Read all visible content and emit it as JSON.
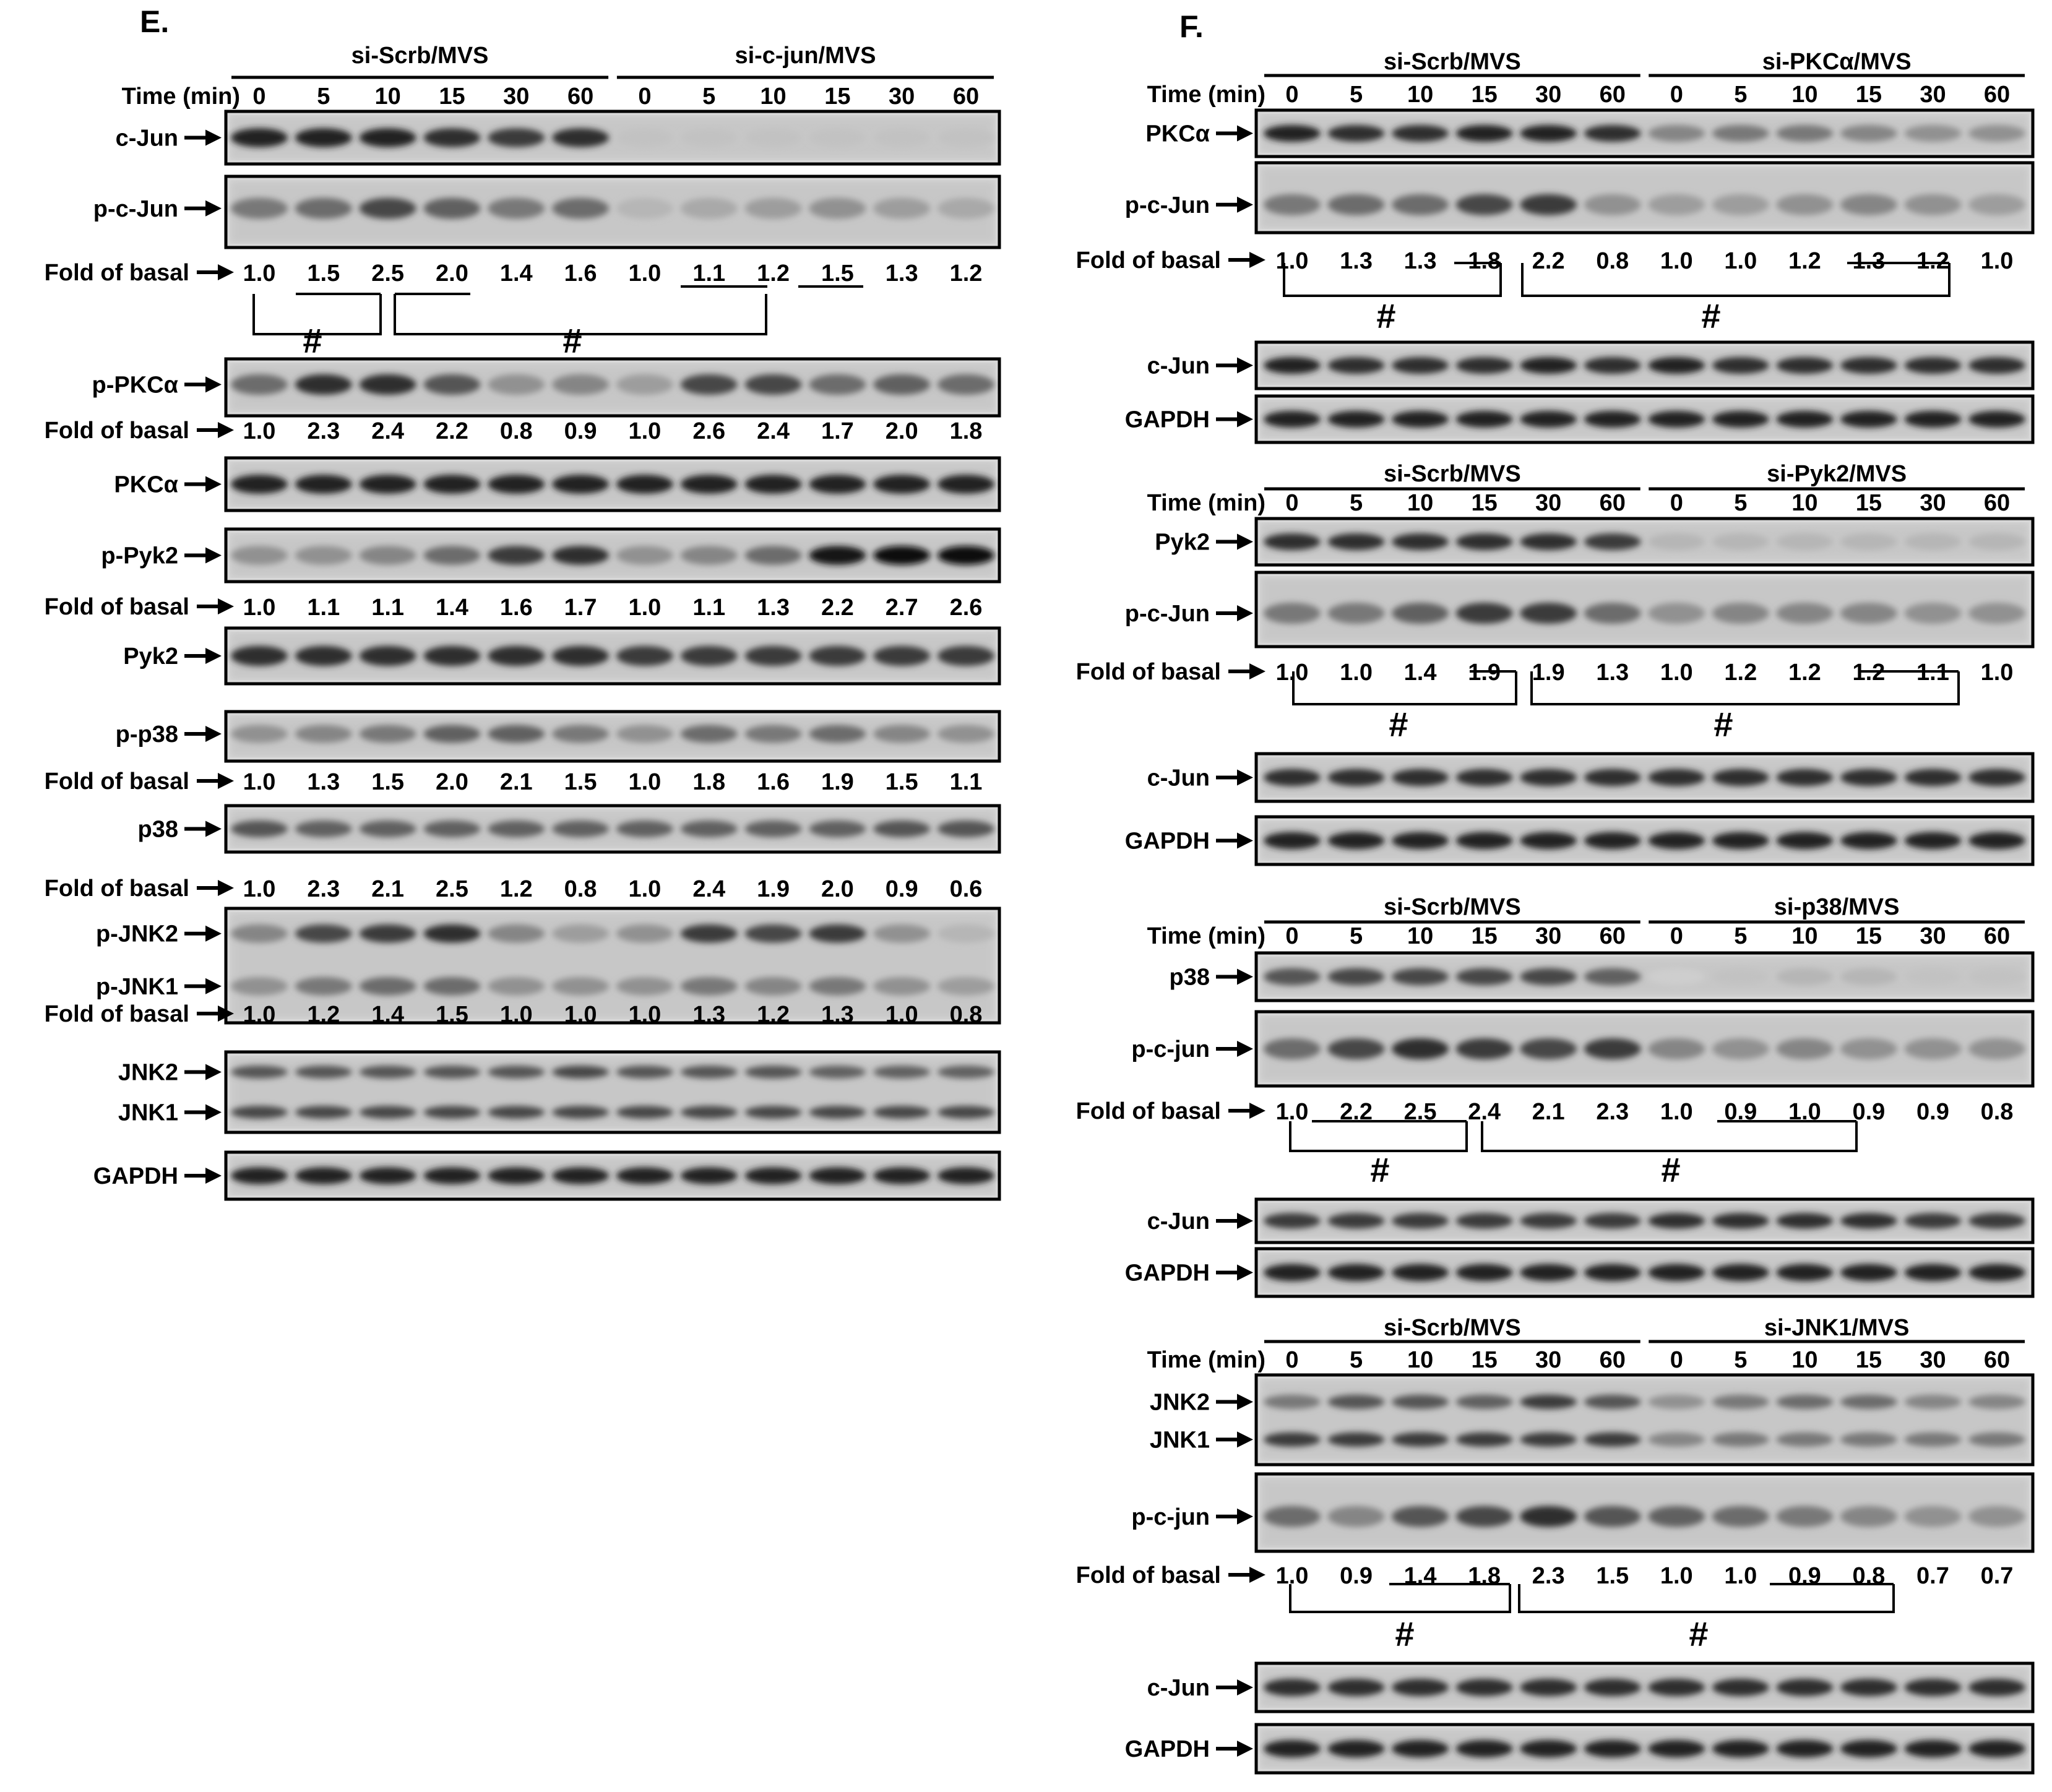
{
  "panelE": {
    "label": "E.",
    "time_label": "Time (min)",
    "times": [
      "0",
      "5",
      "10",
      "15",
      "30",
      "60"
    ],
    "group_left": "si-Scrb/MVS",
    "group_right": "si-c-jun/MVS",
    "fold_label": "Fold of basal",
    "hash": "#",
    "blots": [
      {
        "labels": [
          "c-Jun"
        ],
        "fold": null,
        "bands": [
          {
            "int": [
              0.9,
              0.9,
              0.9,
              0.85,
              0.8,
              0.85,
              0.25,
              0.25,
              0.25,
              0.25,
              0.25,
              0.25
            ]
          }
        ]
      },
      {
        "labels": [
          "p-c-Jun"
        ],
        "fold": [
          "1.0",
          "1.5",
          "2.5",
          "2.0",
          "1.4",
          "1.6",
          "1.0",
          "1.1",
          "1.2",
          "1.5",
          "1.3",
          "1.2"
        ],
        "bands": [
          {
            "int": [
              0.55,
              0.6,
              0.75,
              0.65,
              0.55,
              0.6,
              0.3,
              0.35,
              0.4,
              0.45,
              0.4,
              0.35
            ]
          }
        ]
      },
      {
        "labels": [
          "p-PKCα"
        ],
        "fold": [
          "1.0",
          "2.3",
          "2.4",
          "2.2",
          "0.8",
          "0.9",
          "1.0",
          "2.6",
          "2.4",
          "1.7",
          "2.0",
          "1.8"
        ],
        "bands": [
          {
            "int": [
              0.6,
              0.85,
              0.85,
              0.7,
              0.45,
              0.5,
              0.4,
              0.75,
              0.75,
              0.6,
              0.65,
              0.6
            ]
          }
        ]
      },
      {
        "labels": [
          "PKCα"
        ],
        "fold": null,
        "bands": [
          {
            "int": [
              0.9,
              0.9,
              0.9,
              0.9,
              0.9,
              0.9,
              0.9,
              0.9,
              0.9,
              0.9,
              0.9,
              0.9
            ]
          }
        ]
      },
      {
        "labels": [
          "p-Pyk2"
        ],
        "fold": [
          "1.0",
          "1.1",
          "1.1",
          "1.4",
          "1.6",
          "1.7",
          "1.0",
          "1.1",
          "1.3",
          "2.2",
          "2.7",
          "2.6"
        ],
        "bands": [
          {
            "int": [
              0.45,
              0.45,
              0.5,
              0.6,
              0.8,
              0.85,
              0.45,
              0.5,
              0.6,
              0.95,
              1.0,
              1.0
            ]
          }
        ]
      },
      {
        "labels": [
          "Pyk2"
        ],
        "fold": null,
        "bands": [
          {
            "int": [
              0.85,
              0.85,
              0.85,
              0.85,
              0.85,
              0.85,
              0.8,
              0.8,
              0.8,
              0.8,
              0.8,
              0.8
            ]
          }
        ]
      },
      {
        "labels": [
          "p-p38"
        ],
        "fold": [
          "1.0",
          "1.3",
          "1.5",
          "2.0",
          "2.1",
          "1.5",
          "1.0",
          "1.8",
          "1.6",
          "1.9",
          "1.5",
          "1.1"
        ],
        "bands": [
          {
            "int": [
              0.45,
              0.5,
              0.55,
              0.65,
              0.65,
              0.55,
              0.45,
              0.6,
              0.55,
              0.6,
              0.5,
              0.45
            ]
          }
        ]
      },
      {
        "labels": [
          "p38"
        ],
        "fold": [
          "1.0",
          "2.3",
          "2.1",
          "2.5",
          "1.2",
          "0.8",
          "1.0",
          "2.4",
          "1.9",
          "2.0",
          "0.9",
          "0.6"
        ],
        "bands": [
          {
            "int": [
              0.7,
              0.65,
              0.65,
              0.65,
              0.65,
              0.65,
              0.65,
              0.65,
              0.65,
              0.65,
              0.7,
              0.7
            ]
          }
        ]
      },
      {
        "labels": [
          "p-JNK2",
          "p-JNK1"
        ],
        "fold": [
          "1.0",
          "1.2",
          "1.4",
          "1.5",
          "1.0",
          "1.0",
          "1.0",
          "1.3",
          "1.2",
          "1.3",
          "1.0",
          "0.8"
        ],
        "bands": [
          {
            "int": [
              0.5,
              0.75,
              0.8,
              0.85,
              0.5,
              0.4,
              0.45,
              0.8,
              0.75,
              0.8,
              0.45,
              0.3
            ]
          },
          {
            "int": [
              0.45,
              0.55,
              0.6,
              0.6,
              0.45,
              0.45,
              0.45,
              0.55,
              0.5,
              0.55,
              0.45,
              0.4
            ]
          }
        ]
      },
      {
        "labels": [
          "JNK2",
          "JNK1"
        ],
        "fold": null,
        "bands": [
          {
            "int": [
              0.7,
              0.7,
              0.7,
              0.7,
              0.7,
              0.75,
              0.7,
              0.7,
              0.7,
              0.65,
              0.65,
              0.65
            ]
          },
          {
            "int": [
              0.75,
              0.75,
              0.75,
              0.75,
              0.75,
              0.75,
              0.75,
              0.75,
              0.75,
              0.75,
              0.75,
              0.75
            ]
          }
        ]
      },
      {
        "labels": [
          "GAPDH"
        ],
        "fold": null,
        "bands": [
          {
            "int": [
              0.9,
              0.9,
              0.9,
              0.9,
              0.9,
              0.9,
              0.9,
              0.9,
              0.9,
              0.9,
              0.9,
              0.9
            ]
          }
        ]
      }
    ]
  },
  "panelF": {
    "label": "F.",
    "time_label": "Time (min)",
    "times": [
      "0",
      "5",
      "10",
      "15",
      "30",
      "60"
    ],
    "fold_label": "Fold of basal",
    "hash": "#",
    "sections": [
      {
        "group_left": "si-Scrb/MVS",
        "group_right": "si-PKCα/MVS",
        "blots": [
          {
            "labels": [
              "PKCα"
            ],
            "fold": null,
            "bands": [
              {
                "int": [
                  0.9,
                  0.85,
                  0.85,
                  0.9,
                  0.9,
                  0.85,
                  0.5,
                  0.55,
                  0.55,
                  0.5,
                  0.45,
                  0.45
                ]
              }
            ]
          },
          {
            "labels": [
              "p-c-Jun"
            ],
            "fold": [
              "1.0",
              "1.3",
              "1.3",
              "1.8",
              "2.2",
              "0.8",
              "1.0",
              "1.0",
              "1.2",
              "1.3",
              "1.2",
              "1.0"
            ],
            "bands": [
              {
                "int": [
                  0.55,
                  0.6,
                  0.6,
                  0.75,
                  0.8,
                  0.45,
                  0.4,
                  0.4,
                  0.45,
                  0.5,
                  0.45,
                  0.4
                ]
              }
            ]
          },
          {
            "labels": [
              "c-Jun"
            ],
            "fold": null,
            "bands": [
              {
                "int": [
                  0.9,
                  0.85,
                  0.85,
                  0.85,
                  0.9,
                  0.85,
                  0.9,
                  0.85,
                  0.85,
                  0.85,
                  0.85,
                  0.85
                ]
              }
            ]
          },
          {
            "labels": [
              "GAPDH"
            ],
            "fold": null,
            "bands": [
              {
                "int": [
                  0.9,
                  0.9,
                  0.9,
                  0.9,
                  0.9,
                  0.9,
                  0.9,
                  0.9,
                  0.9,
                  0.9,
                  0.9,
                  0.9
                ]
              }
            ]
          }
        ]
      },
      {
        "group_left": "si-Scrb/MVS",
        "group_right": "si-Pyk2/MVS",
        "blots": [
          {
            "labels": [
              "Pyk2"
            ],
            "fold": null,
            "bands": [
              {
                "int": [
                  0.85,
                  0.85,
                  0.85,
                  0.85,
                  0.85,
                  0.8,
                  0.3,
                  0.3,
                  0.3,
                  0.3,
                  0.3,
                  0.3
                ]
              }
            ]
          },
          {
            "labels": [
              "p-c-Jun"
            ],
            "fold": [
              "1.0",
              "1.0",
              "1.4",
              "1.9",
              "1.9",
              "1.3",
              "1.0",
              "1.2",
              "1.2",
              "1.2",
              "1.1",
              "1.0"
            ],
            "bands": [
              {
                "int": [
                  0.55,
                  0.55,
                  0.65,
                  0.8,
                  0.8,
                  0.6,
                  0.45,
                  0.5,
                  0.5,
                  0.5,
                  0.45,
                  0.45
                ]
              }
            ]
          },
          {
            "labels": [
              "c-Jun"
            ],
            "fold": null,
            "bands": [
              {
                "int": [
                  0.85,
                  0.85,
                  0.85,
                  0.85,
                  0.85,
                  0.85,
                  0.85,
                  0.85,
                  0.85,
                  0.85,
                  0.85,
                  0.85
                ]
              }
            ]
          },
          {
            "labels": [
              "GAPDH"
            ],
            "fold": null,
            "bands": [
              {
                "int": [
                  0.9,
                  0.9,
                  0.9,
                  0.9,
                  0.9,
                  0.9,
                  0.9,
                  0.9,
                  0.9,
                  0.9,
                  0.9,
                  0.9
                ]
              }
            ]
          }
        ]
      },
      {
        "group_left": "si-Scrb/MVS",
        "group_right": "si-p38/MVS",
        "blots": [
          {
            "labels": [
              "p38"
            ],
            "fold": null,
            "bands": [
              {
                "int": [
                  0.7,
                  0.75,
                  0.75,
                  0.75,
                  0.75,
                  0.65,
                  0.2,
                  0.25,
                  0.3,
                  0.3,
                  0.25,
                  0.25
                ]
              }
            ]
          },
          {
            "labels": [
              "p-c-jun"
            ],
            "fold": [
              "1.0",
              "2.2",
              "2.5",
              "2.4",
              "2.1",
              "2.3",
              "1.0",
              "0.9",
              "1.0",
              "0.9",
              "0.9",
              "0.8"
            ],
            "bands": [
              {
                "int": [
                  0.6,
                  0.75,
                  0.85,
                  0.8,
                  0.75,
                  0.8,
                  0.5,
                  0.45,
                  0.5,
                  0.45,
                  0.45,
                  0.45
                ]
              }
            ]
          },
          {
            "labels": [
              "c-Jun"
            ],
            "fold": null,
            "bands": [
              {
                "int": [
                  0.8,
                  0.8,
                  0.8,
                  0.8,
                  0.8,
                  0.8,
                  0.85,
                  0.85,
                  0.85,
                  0.85,
                  0.8,
                  0.8
                ]
              }
            ]
          },
          {
            "labels": [
              "GAPDH"
            ],
            "fold": null,
            "bands": [
              {
                "int": [
                  0.9,
                  0.9,
                  0.9,
                  0.9,
                  0.9,
                  0.9,
                  0.9,
                  0.9,
                  0.9,
                  0.9,
                  0.9,
                  0.9
                ]
              }
            ]
          }
        ]
      },
      {
        "group_left": "si-Scrb/MVS",
        "group_right": "si-JNK1/MVS",
        "blots": [
          {
            "labels": [
              "JNK2",
              "JNK1"
            ],
            "fold": null,
            "bands": [
              {
                "int": [
                  0.55,
                  0.7,
                  0.7,
                  0.65,
                  0.8,
                  0.7,
                  0.45,
                  0.55,
                  0.6,
                  0.6,
                  0.5,
                  0.5
                ]
              },
              {
                "int": [
                  0.8,
                  0.8,
                  0.8,
                  0.8,
                  0.8,
                  0.8,
                  0.5,
                  0.55,
                  0.55,
                  0.55,
                  0.55,
                  0.55
                ]
              }
            ]
          },
          {
            "labels": [
              "p-c-jun"
            ],
            "fold": [
              "1.0",
              "0.9",
              "1.4",
              "1.8",
              "2.3",
              "1.5",
              "1.0",
              "1.0",
              "0.9",
              "0.8",
              "0.7",
              "0.7"
            ],
            "bands": [
              {
                "int": [
                  0.6,
                  0.5,
                  0.7,
                  0.75,
                  0.85,
                  0.7,
                  0.65,
                  0.6,
                  0.55,
                  0.5,
                  0.45,
                  0.45
                ]
              }
            ]
          },
          {
            "labels": [
              "c-Jun"
            ],
            "fold": null,
            "bands": [
              {
                "int": [
                  0.85,
                  0.85,
                  0.85,
                  0.85,
                  0.85,
                  0.85,
                  0.85,
                  0.85,
                  0.85,
                  0.85,
                  0.85,
                  0.85
                ]
              }
            ]
          },
          {
            "labels": [
              "GAPDH"
            ],
            "fold": null,
            "bands": [
              {
                "int": [
                  0.9,
                  0.9,
                  0.9,
                  0.9,
                  0.9,
                  0.9,
                  0.9,
                  0.9,
                  0.9,
                  0.9,
                  0.9,
                  0.9
                ]
              }
            ]
          }
        ]
      }
    ]
  }
}
